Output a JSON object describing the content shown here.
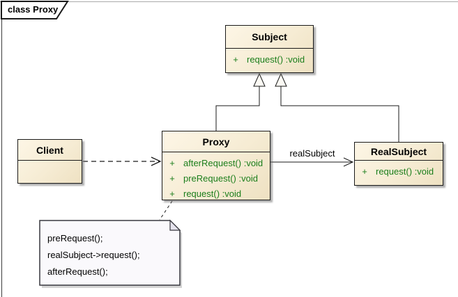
{
  "frame": {
    "title": "class Proxy"
  },
  "classes": [
    {
      "name": "Subject",
      "members": [
        {
          "v": "+",
          "text": "request() :void"
        }
      ]
    },
    {
      "name": "Proxy",
      "members": [
        {
          "v": "+",
          "text": "afterRequest() :void"
        },
        {
          "v": "+",
          "text": "preRequest() :void"
        },
        {
          "v": "+",
          "text": "request() :void"
        }
      ]
    },
    {
      "name": "Client",
      "members": []
    },
    {
      "name": "RealSubject",
      "members": [
        {
          "v": "+",
          "text": "request() :void"
        }
      ]
    }
  ],
  "relations": {
    "association_label": "realSubject",
    "generalizations": [
      {
        "from": "Proxy",
        "to": "Subject"
      },
      {
        "from": "RealSubject",
        "to": "Subject"
      }
    ],
    "dependency": {
      "from": "Client",
      "to": "Proxy"
    }
  },
  "note": {
    "lines": [
      "preRequest();",
      "realSubject->request();",
      "afterRequest();"
    ]
  },
  "colors": {
    "class_fill_light": "#FDF6E6",
    "class_fill_dark": "#EEE1C2",
    "class_border": "#1A1A1A",
    "member_text": "#1B7E1B",
    "note_fill": "#FAF9FC",
    "note_fold": "#E6E4EE",
    "note_border": "#38383F",
    "frame_border": "#A9A9A9",
    "shadow": "#6E6E6E"
  }
}
